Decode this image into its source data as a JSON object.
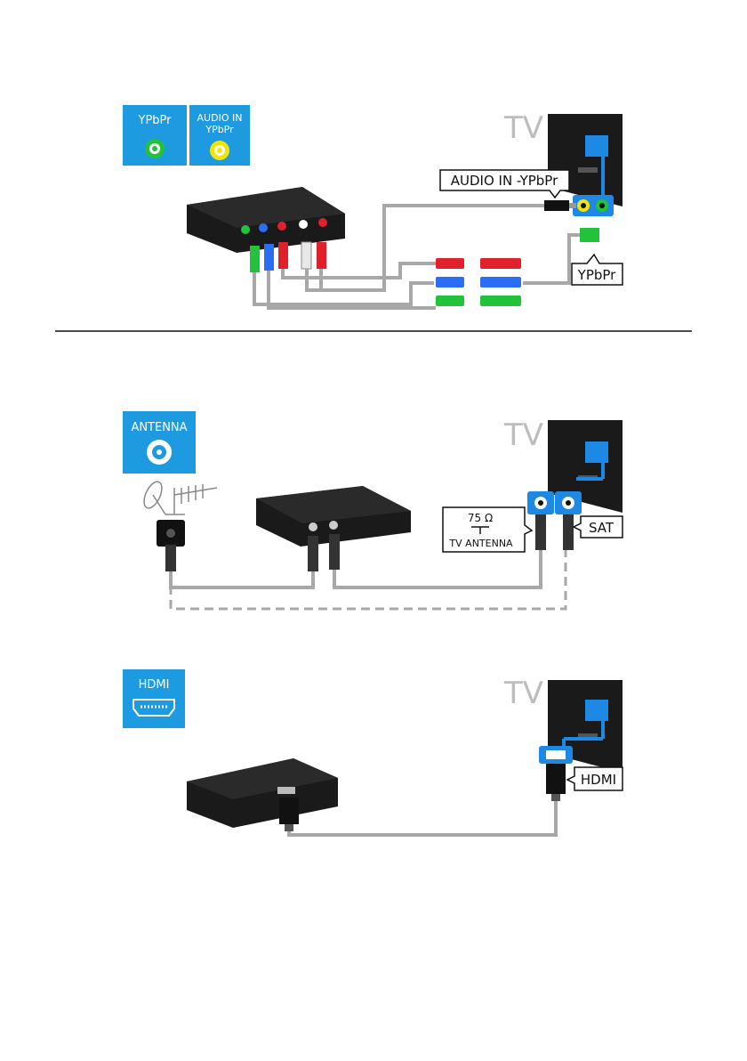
{
  "colors": {
    "badge_blue": "#1e9be0",
    "tv_body": "#1a1a1a",
    "tv_port_blue": "#1e88e5",
    "cable_gray": "#a8a8a8",
    "green": "#22c23a",
    "blue": "#2a6ef5",
    "red": "#e0202a",
    "yellow": "#f2e600",
    "white_plug": "#e8e8e8"
  },
  "sections": [
    {
      "badges": [
        {
          "label": "YPbPr",
          "icon": "rca-jack-green-icon"
        },
        {
          "label_line1": "AUDIO IN",
          "label_line2": "YPbPr",
          "icon": "rca-jack-yellow-icon"
        }
      ],
      "tv_label": "TV",
      "callouts": [
        "AUDIO IN -YPbPr",
        "YPbPr"
      ]
    },
    {
      "badges": [
        {
          "label": "ANTENNA",
          "icon": "coax-jack-icon"
        }
      ],
      "tv_label": "TV",
      "callouts": {
        "ohm": "75 Ω",
        "tv_antenna": "TV ANTENNA",
        "sat": "SAT"
      }
    },
    {
      "badges": [
        {
          "label": "HDMI",
          "icon": "hdmi-port-icon"
        }
      ],
      "tv_label": "TV",
      "callouts": [
        "HDMI"
      ]
    }
  ]
}
